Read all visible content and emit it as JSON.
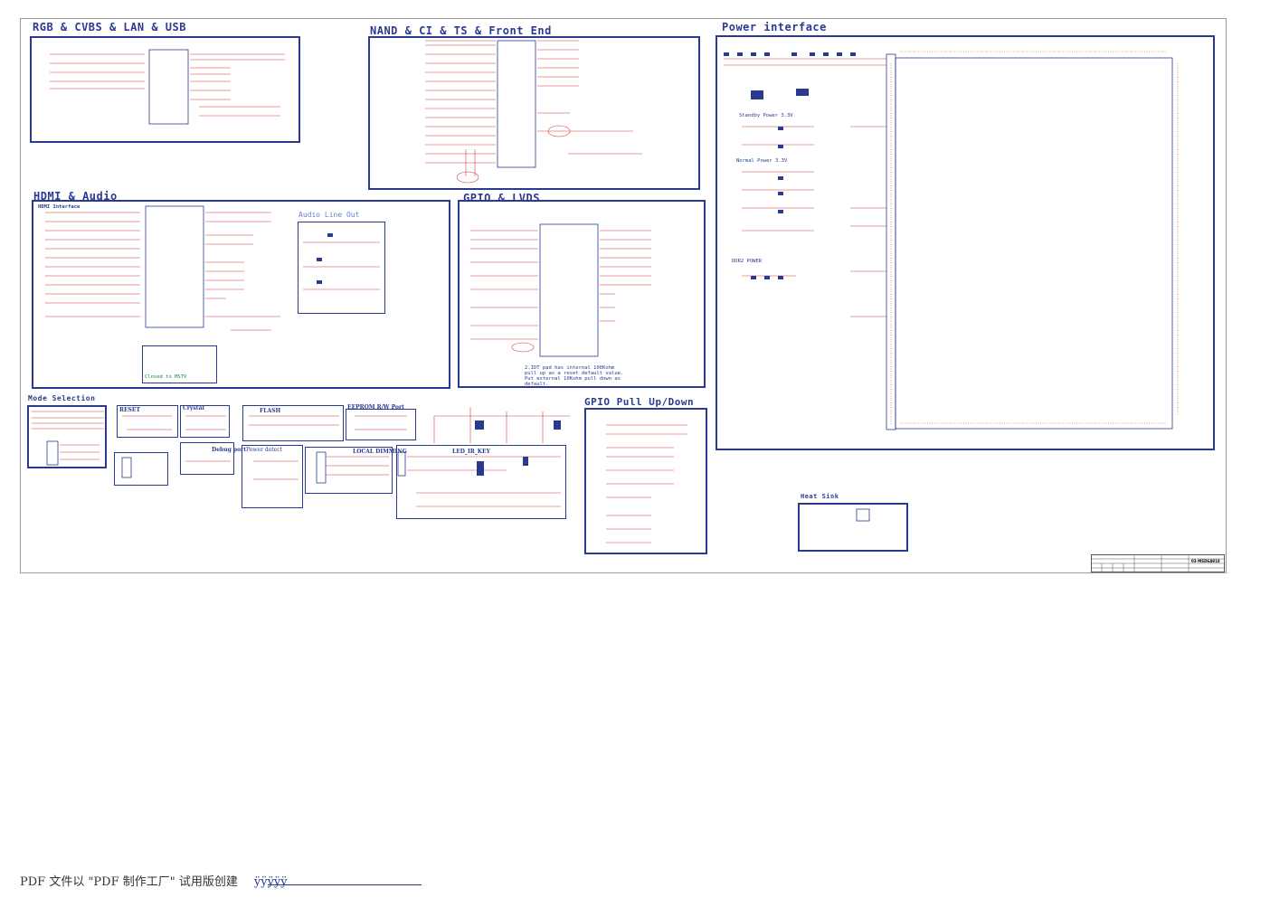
{
  "sections": {
    "rgb": "RGB & CVBS & LAN & USB",
    "nand": "NAND & CI & TS & Front End",
    "power": "Power interface",
    "hdmi": "HDMI & Audio",
    "gpio": "GPIO & LVDS",
    "mode": "Mode Selection",
    "gpio_pull": "GPIO Pull Up/Down",
    "heat": "Heat Sink"
  },
  "sub_labels": {
    "hdmi_interface": "HDMI Interface",
    "audio_line_out": "Audio Line Out",
    "standby_power": "Standby Power 3.3V",
    "normal_power": "Normal Power 3.3V",
    "ddr2_power": "DDR2 POWER",
    "closed_to_mstv": "Closed to MSTV",
    "reset": "RESET",
    "crystal": "Crystal",
    "flash": "FLASH",
    "eeprom": "EEPROM R/W Port",
    "debug_port": "Debug port",
    "power_detect": "Power detect",
    "local_dimming": "LOCAL DIMMING",
    "led_ir_key": "LED_IR_KEY"
  },
  "gpio_note": "2.IDT pad has internal 100Kohm pull up as a reset default value. Put external 10Kohm pull down as default.",
  "title_block": {
    "part": "03-MSD6A918"
  },
  "footer": {
    "text": "PDF 文件以 \"PDF 制作工厂\" 试用版创建",
    "link": "ÿÿÿÿÿ"
  },
  "colors": {
    "frame": "#2a3b8f",
    "wire": "#d23c3c",
    "chip": "#2a3b8f",
    "note_green": "#1a8a3a"
  }
}
